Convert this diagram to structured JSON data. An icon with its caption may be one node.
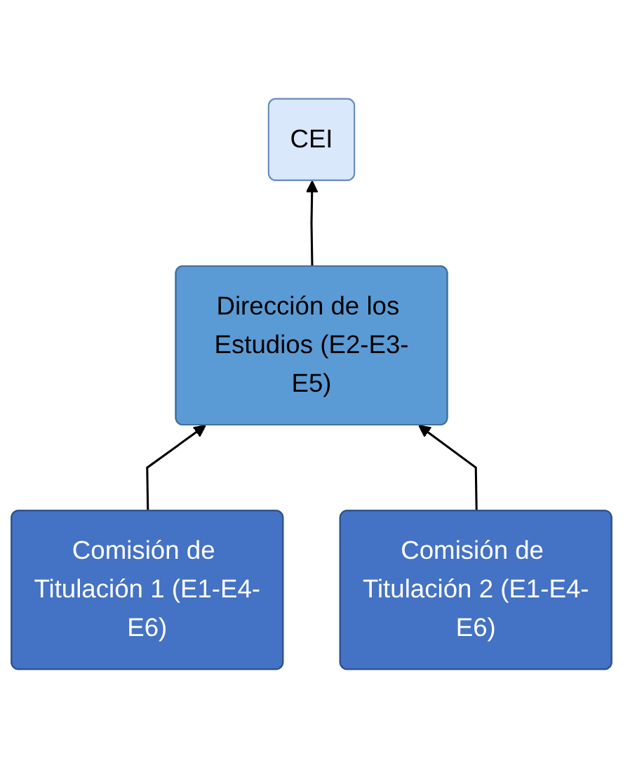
{
  "diagram": {
    "nodes": [
      {
        "text": [
          "CEI"
        ]
      },
      {
        "text": [
          "Dirección de los Estudios (E2-E3-E5)"
        ]
      },
      {
        "text": [
          "Comisión de Titulación 1 (E1-E4-E6)"
        ]
      },
      {
        "text": [
          "Comisión de Titulación 2 (E1-E4-E6)"
        ]
      }
    ],
    "edges": [
      {
        "from": 1,
        "to": 0,
        "arrow": "to"
      },
      {
        "from": 2,
        "to": 1,
        "arrow": "to"
      },
      {
        "from": 3,
        "to": 1,
        "arrow": "to"
      }
    ]
  }
}
